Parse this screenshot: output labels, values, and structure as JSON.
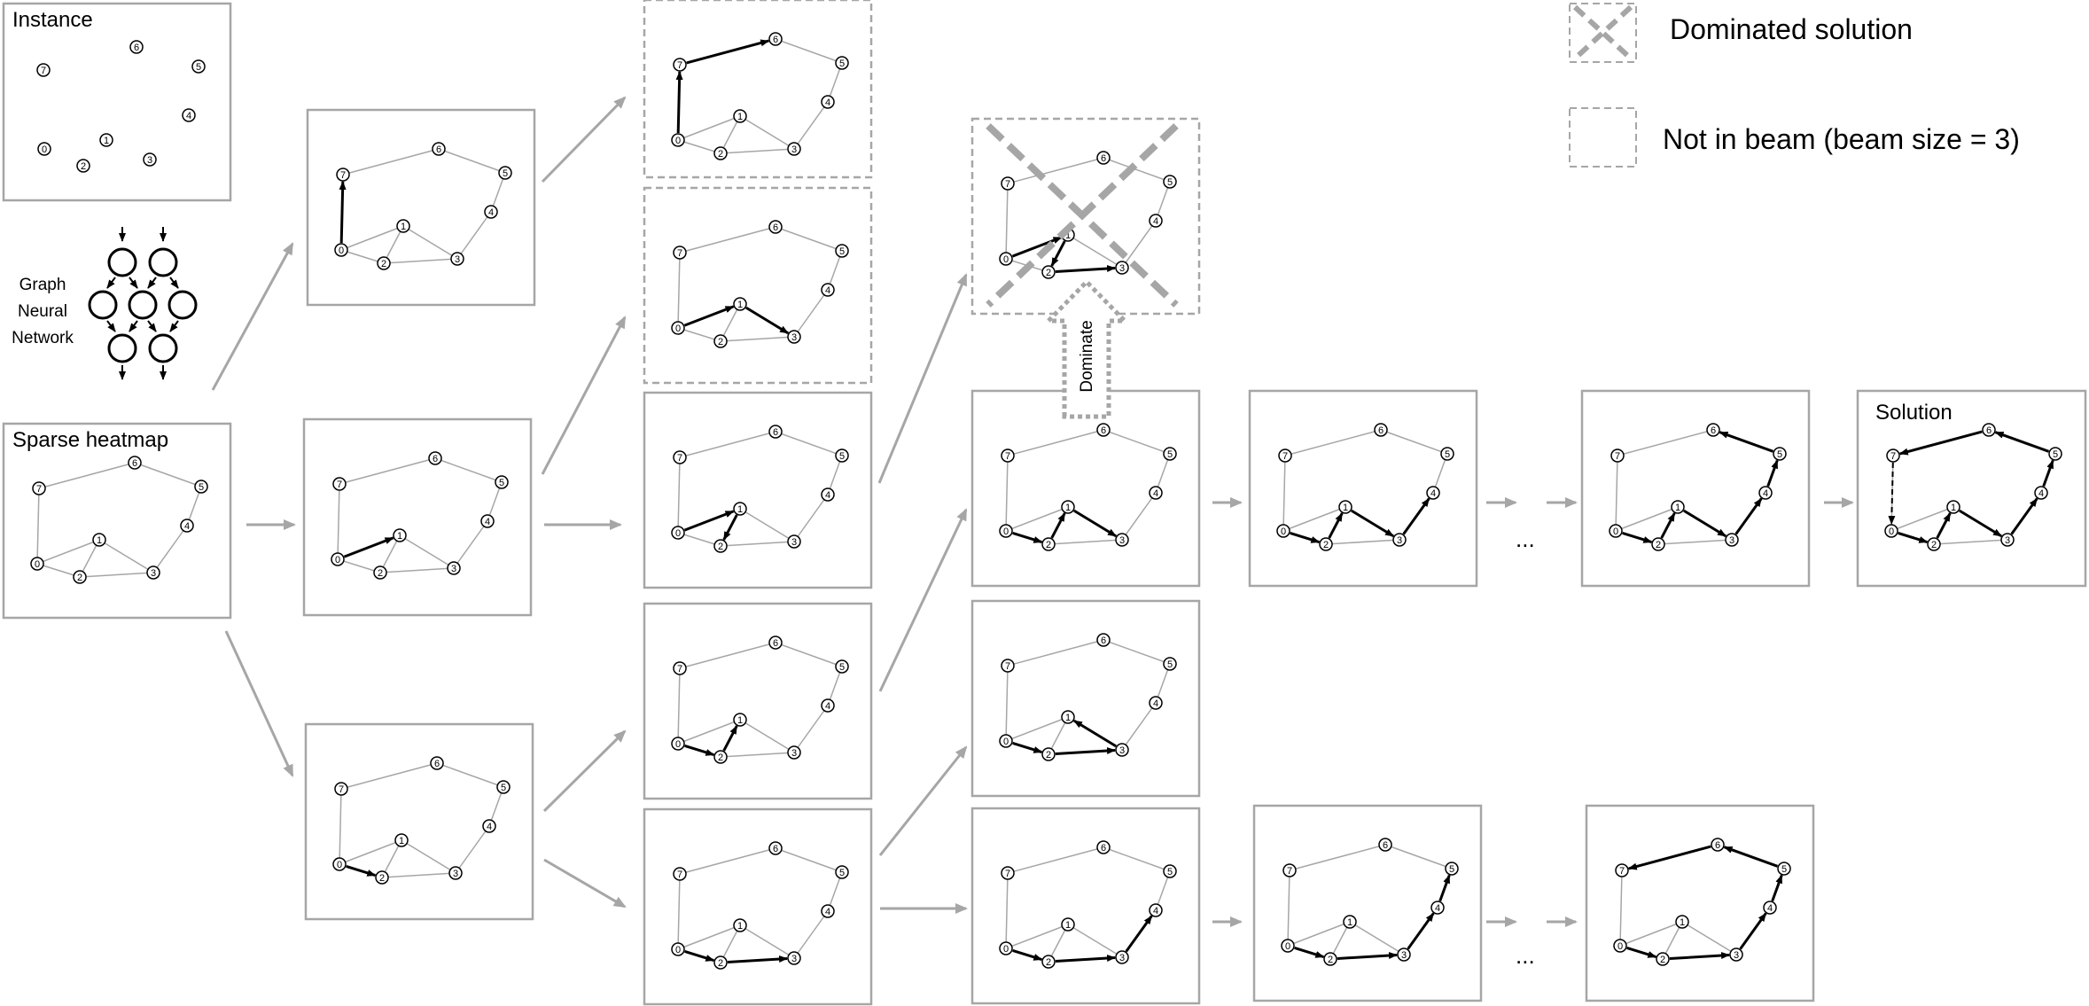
{
  "legend": {
    "dominated_label": "Dominated solution",
    "not_in_beam_label": "Not in beam (beam size = 3)"
  },
  "labels": {
    "instance": "Instance",
    "gnn_line1": "Graph",
    "gnn_line2": "Neural",
    "gnn_line3": "Network",
    "sparse_heatmap": "Sparse heatmap",
    "solution": "Solution",
    "dominate": "Dominate",
    "ellipsis": "..."
  },
  "graph": {
    "nodes": [
      "0",
      "1",
      "2",
      "3",
      "4",
      "5",
      "6",
      "7"
    ],
    "heatmap_edges": [
      [
        "7",
        "6"
      ],
      [
        "6",
        "5"
      ],
      [
        "5",
        "4"
      ],
      [
        "4",
        "3"
      ],
      [
        "3",
        "2"
      ],
      [
        "2",
        "0"
      ],
      [
        "0",
        "7"
      ],
      [
        "0",
        "1"
      ],
      [
        "1",
        "3"
      ],
      [
        "1",
        "2"
      ]
    ]
  },
  "search_tree": {
    "beam_size": 3,
    "panels": [
      {
        "id": "instance",
        "path": [],
        "state": "instance"
      },
      {
        "id": "heatmap",
        "path": [],
        "state": "heatmap"
      },
      {
        "id": "step1-top",
        "path": [
          "0",
          "7"
        ],
        "state": "in-beam"
      },
      {
        "id": "step1-mid",
        "path": [
          "0",
          "1"
        ],
        "state": "in-beam"
      },
      {
        "id": "step1-bot",
        "path": [
          "0",
          "2"
        ],
        "state": "in-beam"
      },
      {
        "id": "step2-a",
        "path": [
          "0",
          "7",
          "6"
        ],
        "state": "not-in-beam"
      },
      {
        "id": "step2-b",
        "path": [
          "0",
          "1",
          "3"
        ],
        "state": "not-in-beam"
      },
      {
        "id": "step2-c",
        "path": [
          "0",
          "1",
          "2"
        ],
        "state": "in-beam"
      },
      {
        "id": "step2-d",
        "path": [
          "0",
          "2",
          "1"
        ],
        "state": "in-beam"
      },
      {
        "id": "step2-e",
        "path": [
          "0",
          "2",
          "3"
        ],
        "state": "in-beam"
      },
      {
        "id": "step3-a",
        "path": [
          "0",
          "1",
          "2",
          "3"
        ],
        "state": "dominated"
      },
      {
        "id": "step3-b",
        "path": [
          "0",
          "2",
          "1",
          "3"
        ],
        "state": "in-beam"
      },
      {
        "id": "step3-c",
        "path": [
          "0",
          "2",
          "3",
          "1"
        ],
        "state": "in-beam"
      },
      {
        "id": "step3-d",
        "path": [
          "0",
          "2",
          "3",
          "4"
        ],
        "state": "in-beam"
      },
      {
        "id": "step4-b",
        "path": [
          "0",
          "2",
          "1",
          "3",
          "4"
        ],
        "state": "in-beam"
      },
      {
        "id": "step7-b",
        "path": [
          "0",
          "2",
          "1",
          "3",
          "4",
          "5",
          "6"
        ],
        "state": "in-beam"
      },
      {
        "id": "solution",
        "path": [
          "0",
          "2",
          "1",
          "3",
          "4",
          "5",
          "6",
          "7"
        ],
        "closing_edge": [
          "7",
          "0"
        ],
        "state": "solution"
      },
      {
        "id": "step4-d",
        "path": [
          "0",
          "2",
          "3",
          "4",
          "5"
        ],
        "state": "in-beam"
      },
      {
        "id": "step6-d",
        "path": [
          "0",
          "2",
          "3",
          "4",
          "5",
          "6",
          "7"
        ],
        "state": "in-beam"
      }
    ]
  }
}
